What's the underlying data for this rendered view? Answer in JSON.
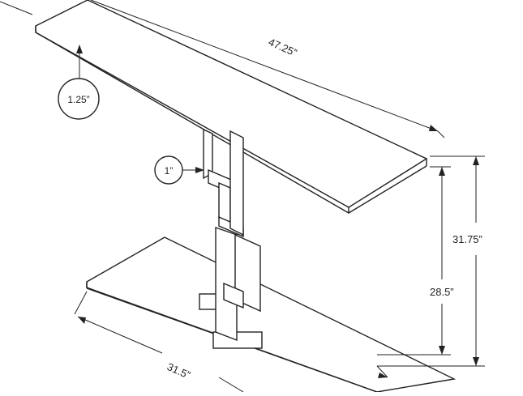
{
  "dimensions": {
    "width_top": "47.25”",
    "top_thickness": "1.25”",
    "leg_thickness": "1”",
    "total_height": "31.75”",
    "base_to_top_height": "28.5”",
    "base_depth": "31.5”"
  }
}
